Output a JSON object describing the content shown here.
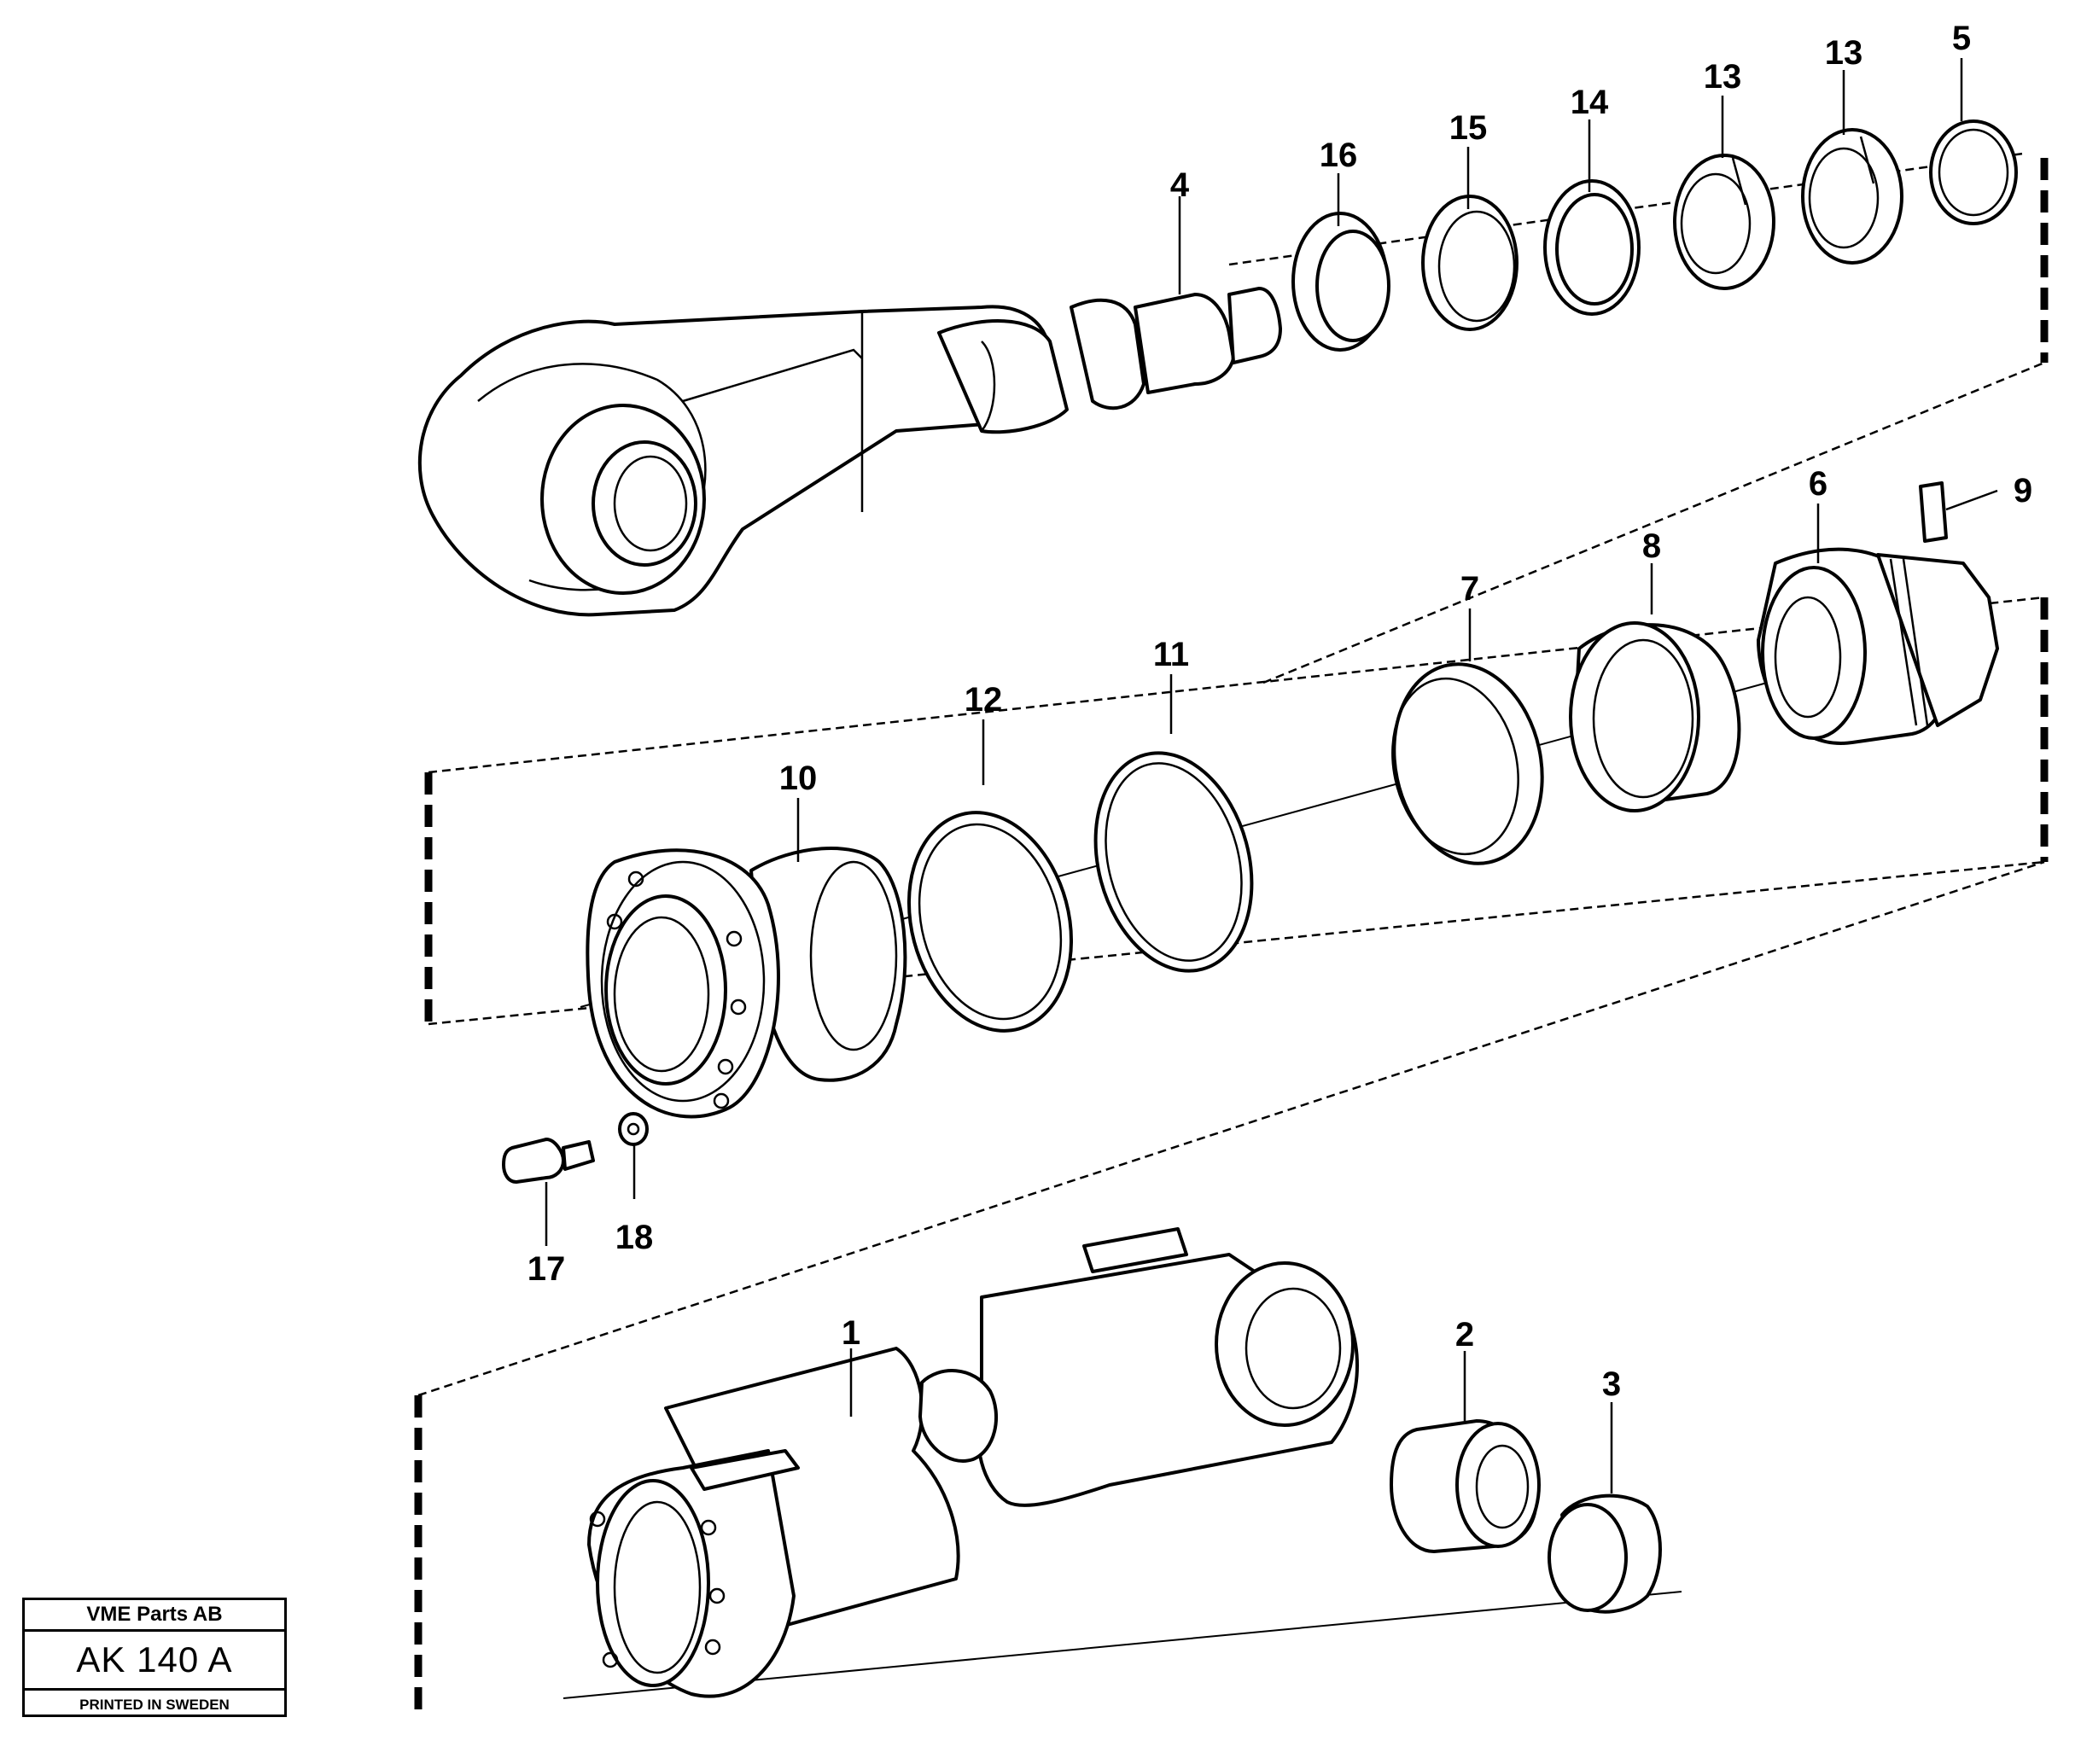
{
  "stamp": {
    "company": "VME Parts AB",
    "code": "AK 140 A",
    "footer": "PRINTED IN SWEDEN"
  },
  "callouts": {
    "c1": "1",
    "c2": "2",
    "c3": "3",
    "c4": "4",
    "c5": "5",
    "c6": "6",
    "c7": "7",
    "c8": "8",
    "c9": "9",
    "c10": "10",
    "c11": "11",
    "c12": "12",
    "c13a": "13",
    "c13b": "13",
    "c14": "14",
    "c15": "15",
    "c16": "16",
    "c17": "17",
    "c18": "18"
  }
}
